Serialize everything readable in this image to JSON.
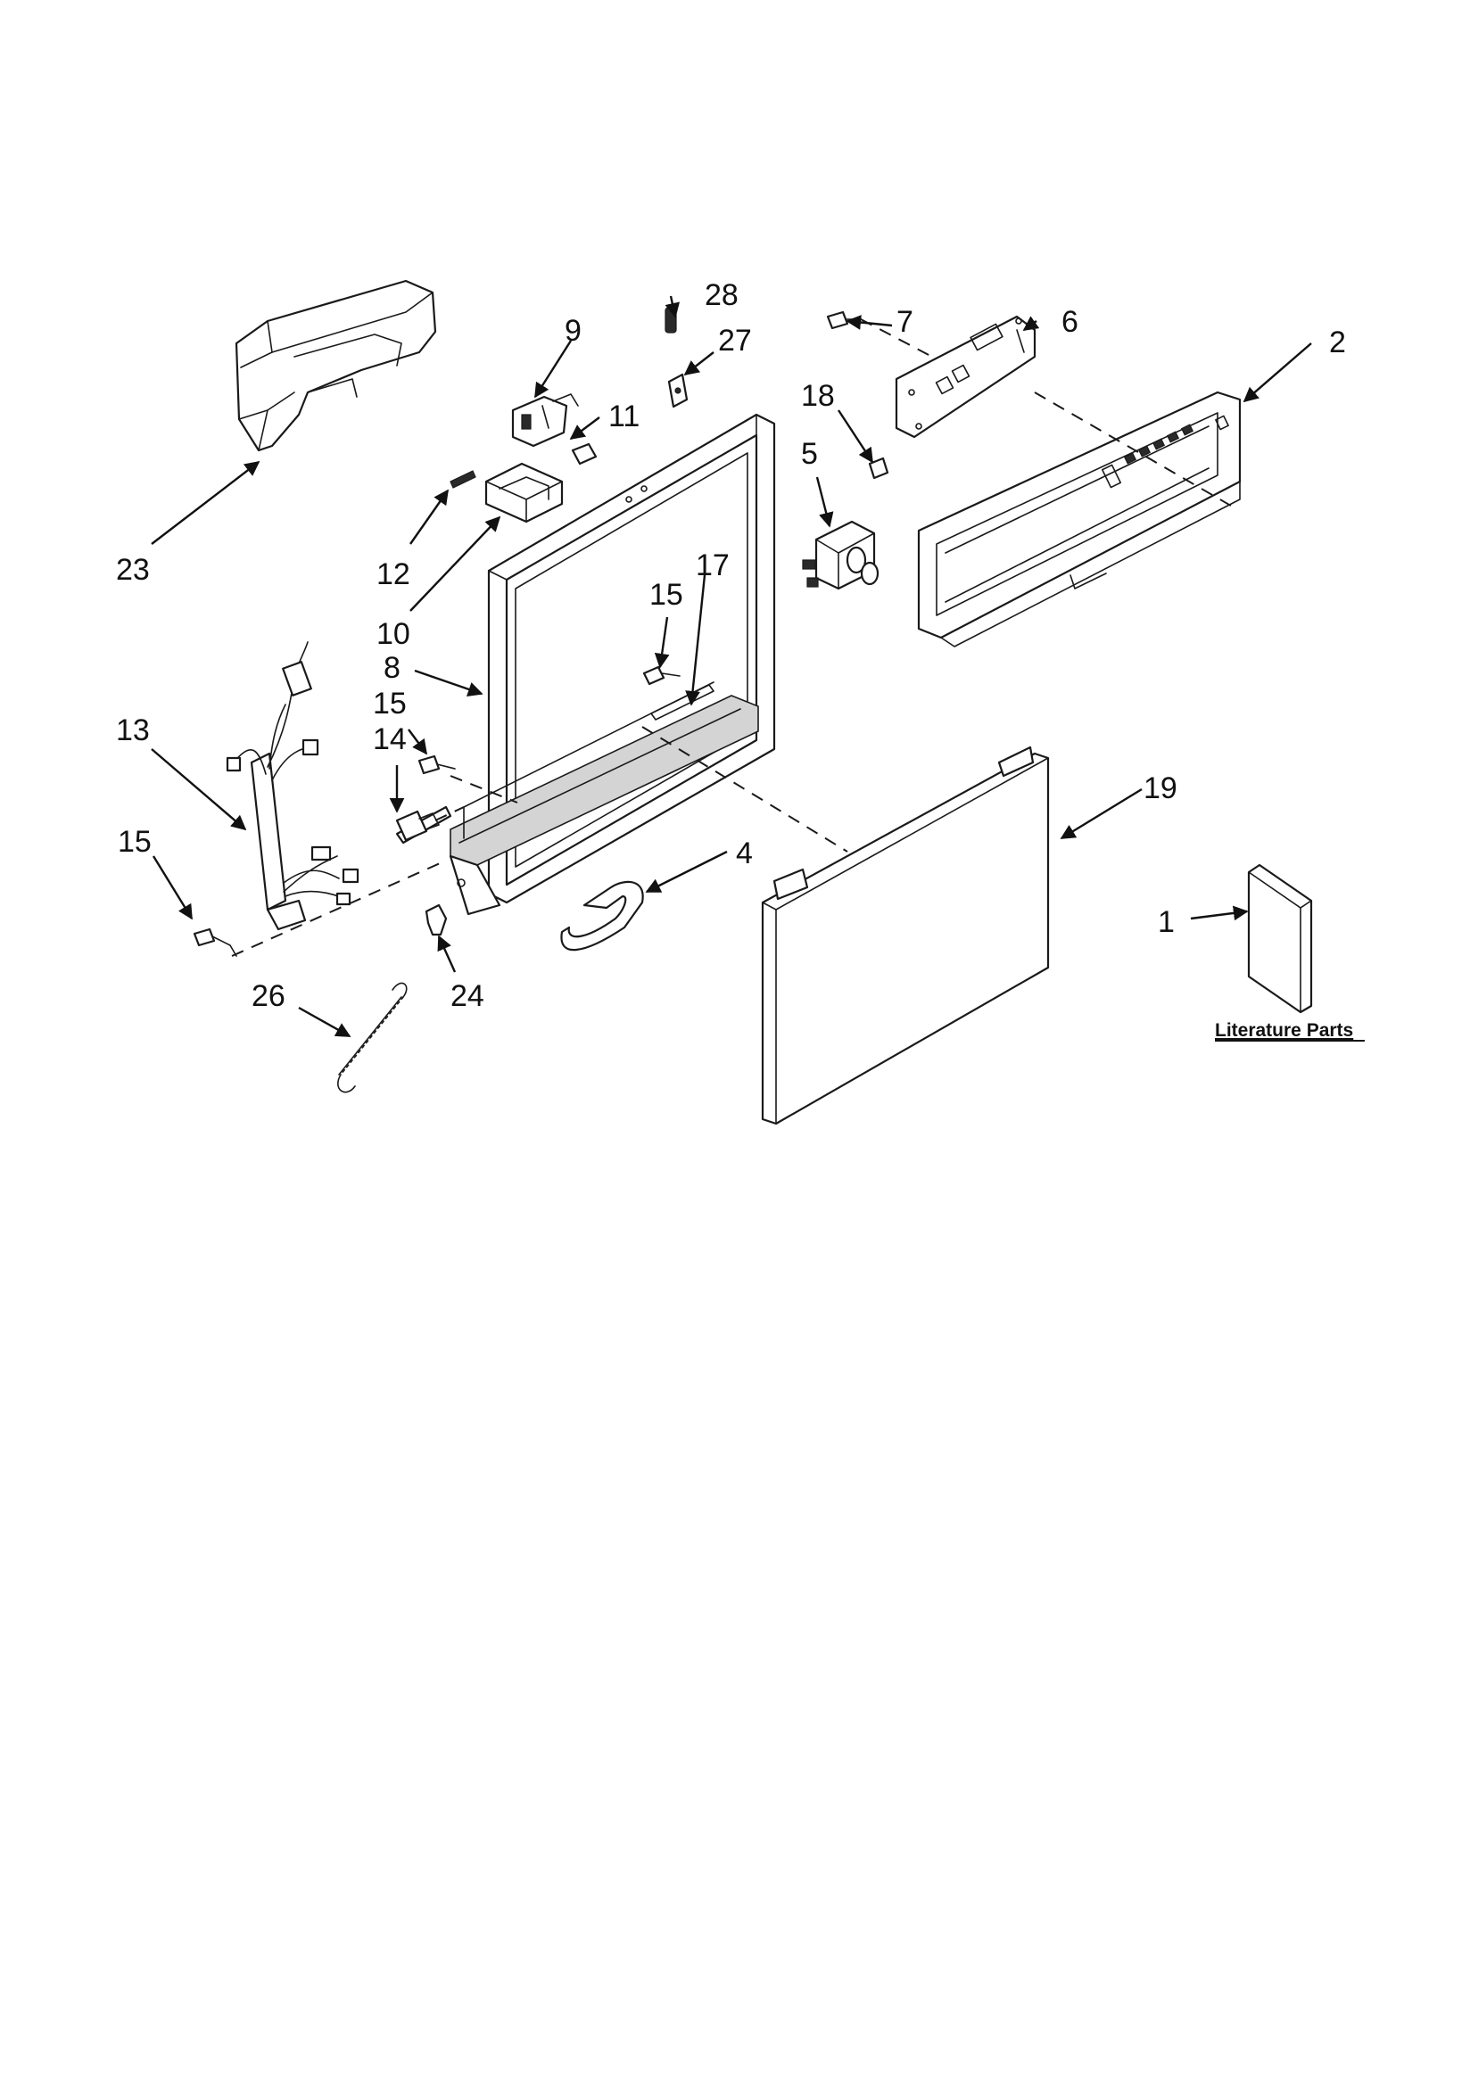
{
  "callouts": {
    "c1": "1",
    "c2": "2",
    "c4": "4",
    "c5": "5",
    "c6": "6",
    "c7": "7",
    "c8": "8",
    "c9": "9",
    "c10": "10",
    "c11": "11",
    "c12": "12",
    "c13": "13",
    "c14": "14",
    "c15a": "15",
    "c15b": "15",
    "c15c": "15",
    "c17": "17",
    "c18": "18",
    "c19": "19",
    "c23": "23",
    "c24": "24",
    "c26": "26",
    "c27": "27",
    "c28": "28"
  },
  "caption": "Literature Parts",
  "colors": {
    "line": "#1a1a1a",
    "shade": "#d4d4d4",
    "background": "#ffffff"
  }
}
